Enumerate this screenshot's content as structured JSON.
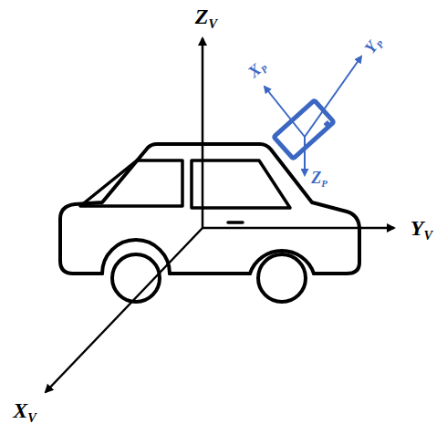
{
  "diagram": {
    "labels": [
      "ZV",
      "YV",
      "XV",
      "XP",
      "YP",
      "ZP"
    ]
  }
}
